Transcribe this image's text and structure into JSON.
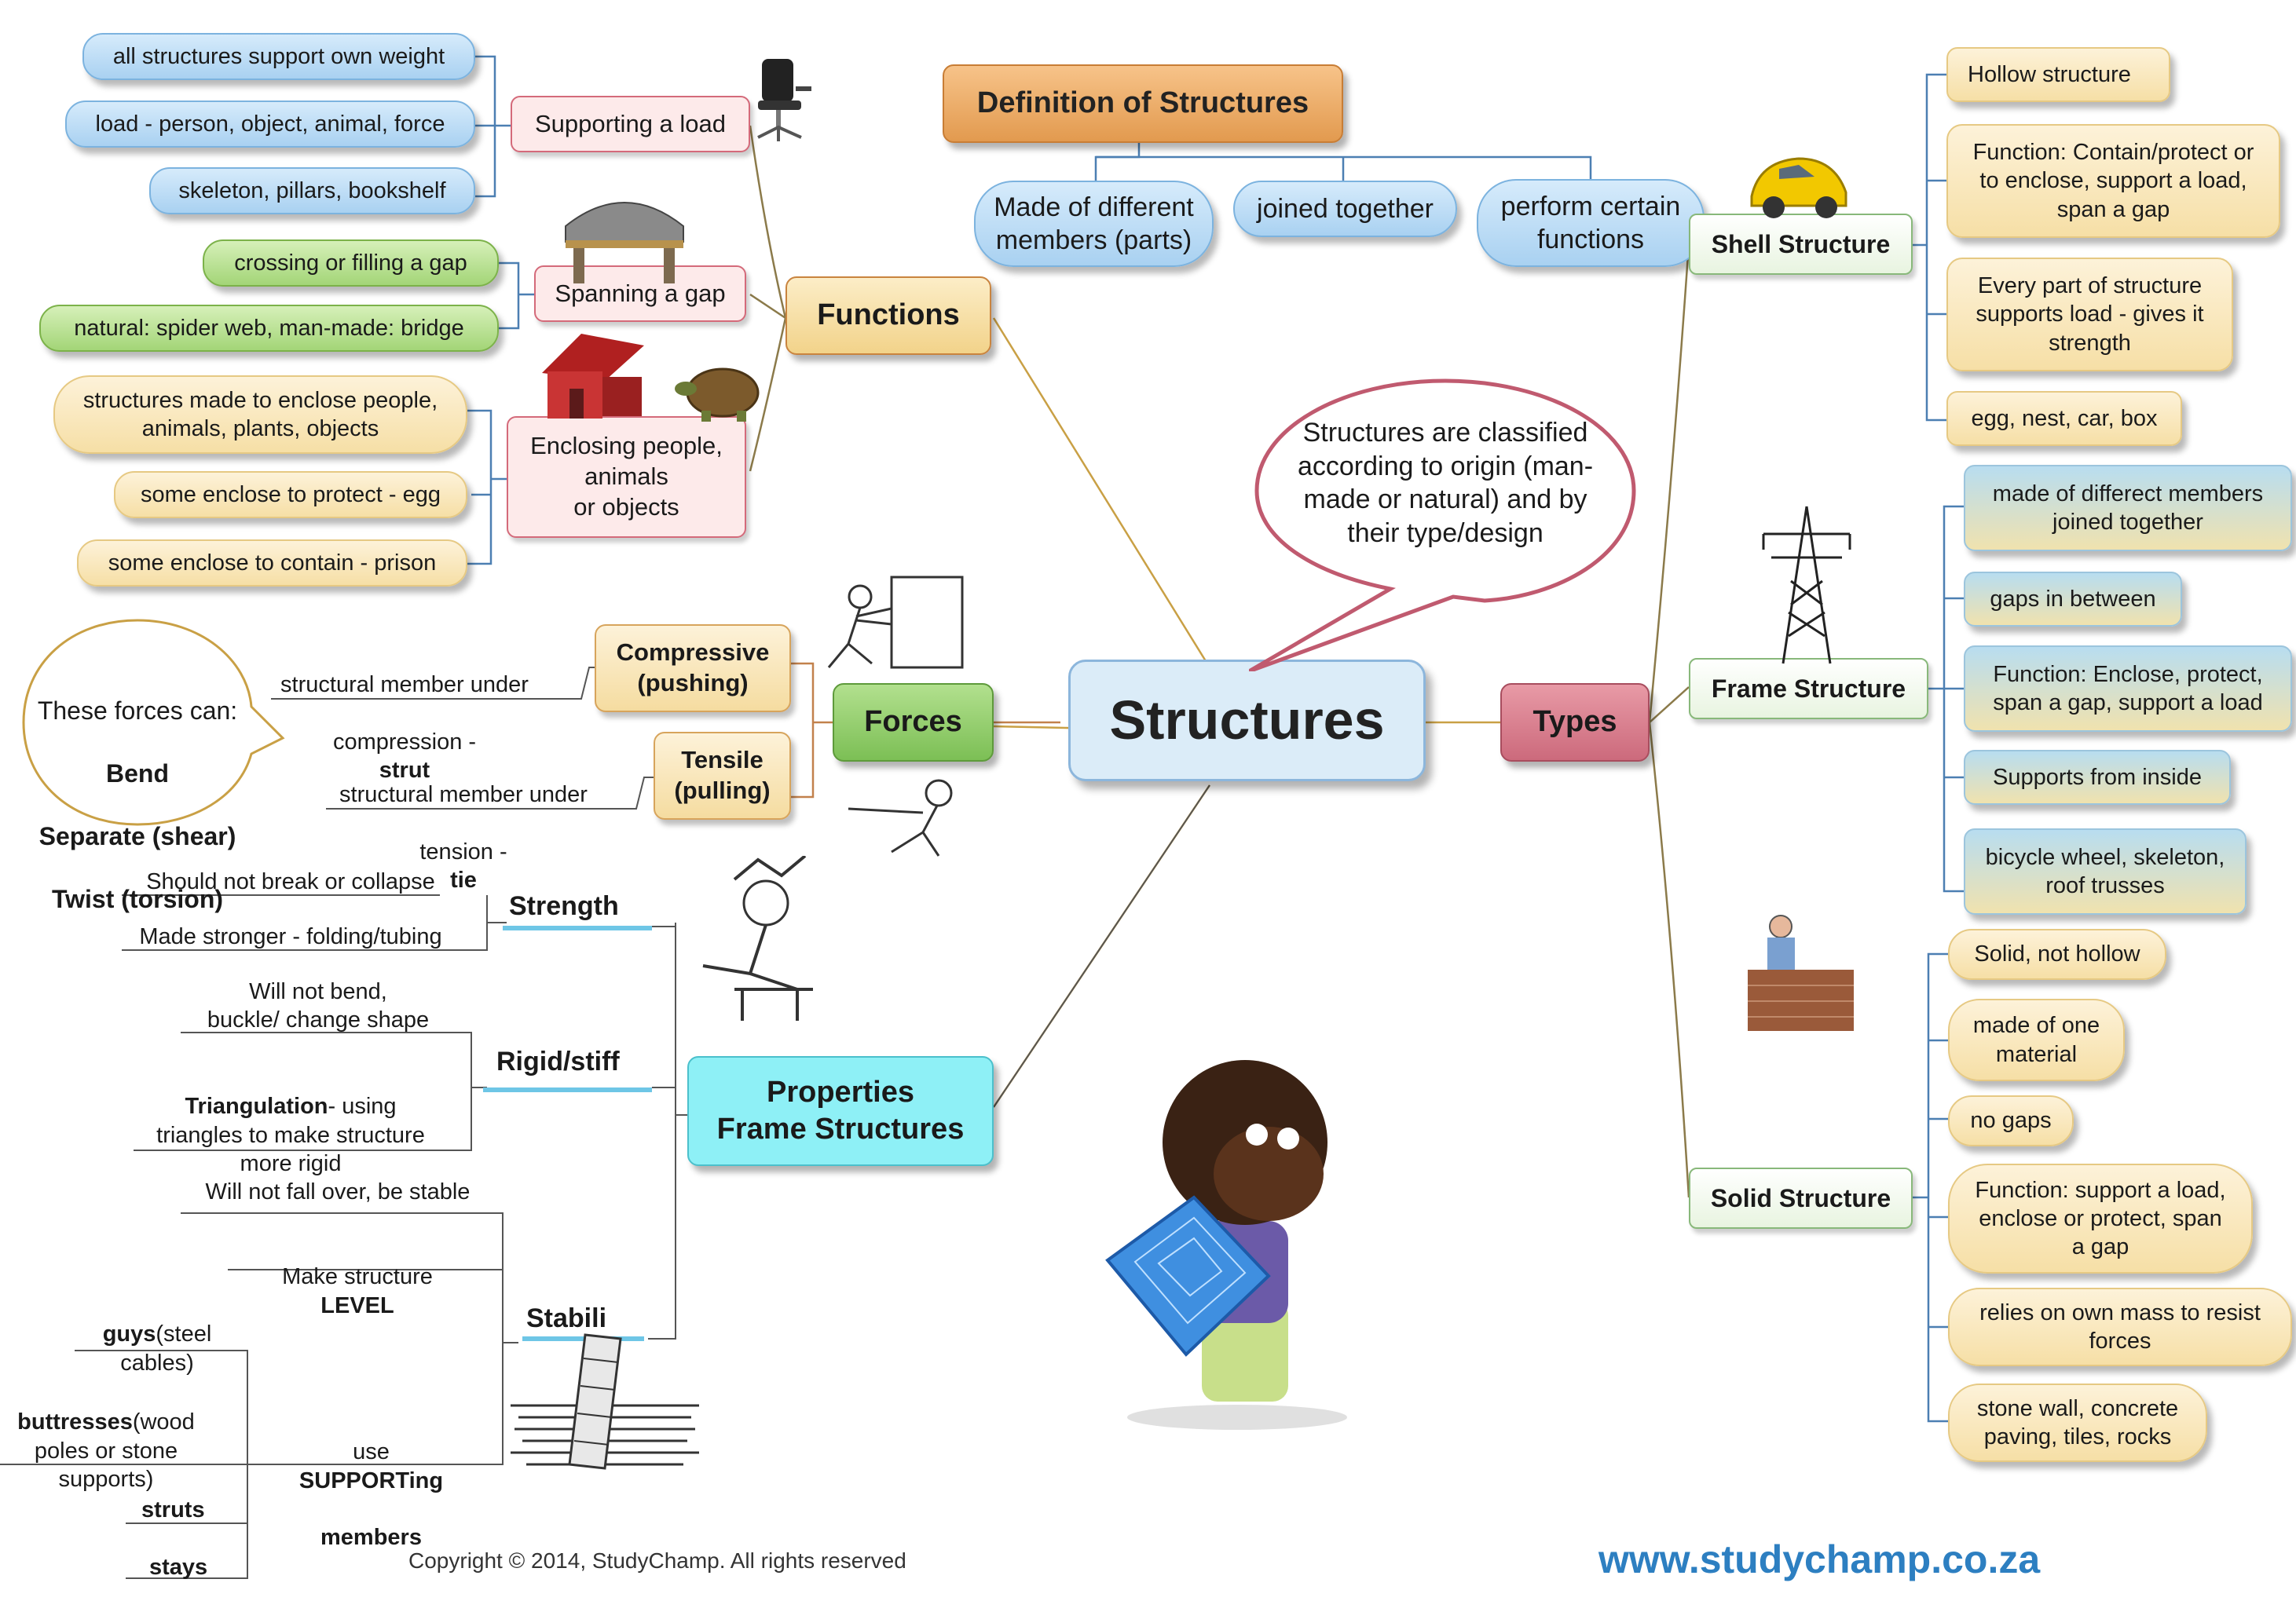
{
  "center": "Structures",
  "speech": "Structures are classified\naccording to origin (man-\nmade or natural) and by\ntheir type/design",
  "definition": {
    "title": "Definition of Structures",
    "items": [
      "Made of different\nmembers (parts)",
      "joined together",
      "perform certain\nfunctions"
    ]
  },
  "functions": {
    "title": "Functions",
    "supporting": {
      "label": "Supporting a load",
      "items": [
        "all structures support own weight",
        "load - person, object, animal, force",
        "skeleton, pillars, bookshelf"
      ]
    },
    "spanning": {
      "label": "Spanning a gap",
      "items": [
        "crossing or filling a gap",
        "natural: spider web, man-made: bridge"
      ]
    },
    "enclosing": {
      "label": "Enclosing people,\nanimals\nor objects",
      "items": [
        "structures made to enclose people,\nanimals, plants, objects",
        "some enclose to protect - egg",
        "some enclose to contain - prison"
      ]
    }
  },
  "forces": {
    "title": "Forces",
    "compressive": "Compressive\n(pushing)",
    "compressive_note": "structural member under",
    "compressive_note2": "compression -",
    "compressive_term": "strut",
    "tensile": "Tensile\n(pulling)",
    "tensile_note": "structural member under",
    "tensile_note2": "tension -",
    "tensile_term": "tie",
    "bubble_line1": "These forces can:",
    "bubble_line2": "Bend",
    "bubble_line3": "Separate (shear)",
    "bubble_line4": "Twist (torsion)"
  },
  "properties": {
    "title": "Properties\nFrame Structures",
    "strength": {
      "label": "Strength",
      "items": [
        "Should not break or collapse",
        "Made stronger - folding/tubing"
      ]
    },
    "rigid": {
      "label": "Rigid/stiff",
      "item1": "Will not bend,\nbuckle/ change shape",
      "item2_bold": "Triangulation",
      "item2_rest": "- using\ntriangles to make structure\nmore rigid"
    },
    "stability": {
      "label": "Stabili",
      "item1": "Will not fall over, be stable",
      "item2": "Make structure",
      "item2_bold": "LEVEL",
      "item3": "use",
      "item3_bold": "SUPPORTing",
      "item3_bold2": "members",
      "guys_bold": "guys",
      "guys_rest": "(steel\ncables)",
      "buttress_bold": "buttresses",
      "buttress_rest": "(wood\npoles or stone\nsupports)",
      "struts": "struts",
      "stays": "stays"
    }
  },
  "types": {
    "title": "Types",
    "shell": {
      "label": "Shell Structure",
      "items": [
        "Hollow structure",
        "Function: Contain/protect or\nto enclose, support a load,\nspan a gap",
        "Every part of structure\nsupports load - gives it\nstrength",
        "egg, nest, car, box"
      ]
    },
    "frame": {
      "label": "Frame Structure",
      "items": [
        "made of differect members\njoined together",
        "gaps in between",
        "Function: Enclose, protect,\nspan a gap, support a load",
        "Supports from inside",
        "bicycle wheel, skeleton,\nroof trusses"
      ]
    },
    "solid": {
      "label": "Solid Structure",
      "items": [
        "Solid, not hollow",
        "made of one\nmaterial",
        "no gaps",
        "Function: support a load,\nenclose or protect, span\na gap",
        "relies on own mass to resist\nforces",
        "stone wall, concrete\npaving, tiles, rocks"
      ]
    }
  },
  "copyright": "Copyright © 2014, StudyChamp. All rights reserved",
  "website": "www.studychamp.co.za",
  "colors": {
    "center_fill": "#dbecf8",
    "functions_fill": "#f8e1a8",
    "forces_fill": "#8cc866",
    "types_fill": "#d9788a",
    "properties_fill": "#8ef0f6",
    "definition_fill": "#e8a050",
    "website": "#2d7fc1"
  }
}
